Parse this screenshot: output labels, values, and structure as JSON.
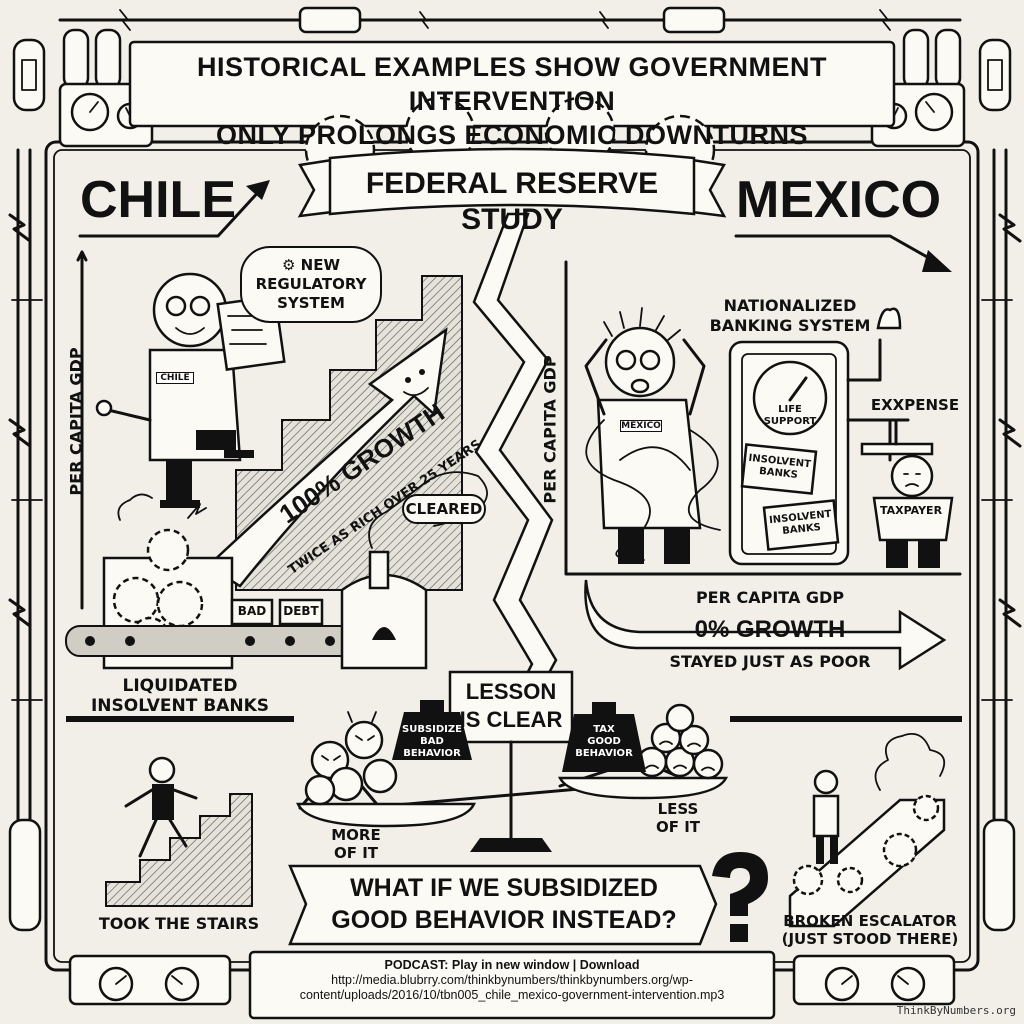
{
  "header": {
    "title_line1": "HISTORICAL EXAMPLES SHOW GOVERNMENT INTERVENTION",
    "title_line2": "ONLY PROLONGS ECONOMIC DOWNTURNS"
  },
  "banner": "FEDERAL RESERVE STUDY",
  "chile": {
    "title": "CHILE",
    "axis_label": "PER CAPITA GDP",
    "thought": "NEW REGULATORY SYSTEM",
    "coat_tag": "CHILE",
    "growth": "100% GROWTH",
    "growth_sub": "TWICE AS RICH OVER 25 YEARS",
    "smoke_label": "CLEARED",
    "crate1": "BAD",
    "crate2": "DEBT",
    "caption_line1": "LIQUIDATED",
    "caption_line2": "INSOLVENT BANKS"
  },
  "mexico": {
    "title": "MEXICO",
    "axis_label": "PER CAPITA GDP",
    "coat_tag": "MEXICO",
    "system_line1": "NATIONALIZED",
    "system_line2": "BANKING SYSTEM",
    "gauge_line1": "LIFE",
    "gauge_line2": "SUPPORT",
    "sign1_line1": "INSOLVENT",
    "sign1_line2": "BANKS",
    "sign2_line1": "INSOLVENT",
    "sign2_line2": "BANKS",
    "expense": "EXXPENSE",
    "taxpayer": "TAXPAYER",
    "xaxis_label": "PER CAPITA GDP",
    "growth": "0% GROWTH",
    "growth_sub": "STAYED JUST AS POOR"
  },
  "scale": {
    "lesson_line1": "LESSON",
    "lesson_line2": "IS CLEAR",
    "left_weight_line1": "SUBSIDIZE",
    "left_weight_line2": "BAD",
    "left_weight_line3": "BEHAVIOR",
    "right_weight_line1": "TAX",
    "right_weight_line2": "GOOD",
    "right_weight_line3": "BEHAVIOR",
    "more_line1": "MORE",
    "more_line2": "OF IT",
    "less_line1": "LESS",
    "less_line2": "OF IT"
  },
  "bottom": {
    "stairs_caption": "TOOK THE STAIRS",
    "question_line1": "WHAT IF WE SUBSIDIZED",
    "question_line2": "GOOD BEHAVIOR INSTEAD?",
    "escalator_line1": "BROKEN ESCALATOR",
    "escalator_line2": "(JUST STOOD THERE)"
  },
  "podcast": {
    "line1": "PODCAST: Play in new window | Download",
    "line2": "http://media.blubrry.com/thinkbynumbers/thinkbynumbers.org/wp-",
    "line3": "content/uploads/2016/10/tbn005_chile_mexico-government-intervention.mp3"
  },
  "watermark": "ThinkByNumbers.org"
}
